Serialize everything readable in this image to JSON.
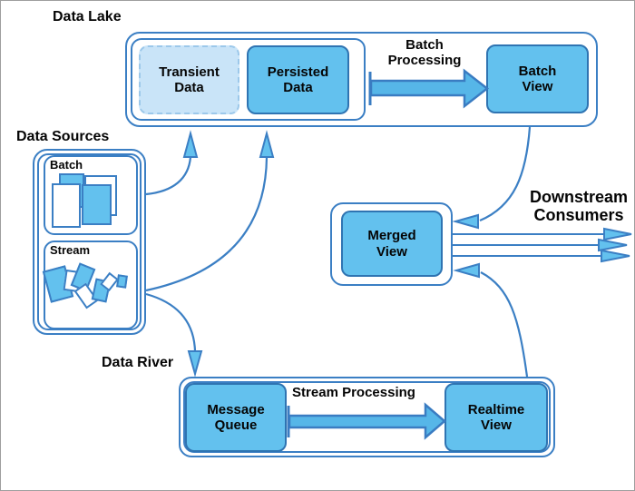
{
  "colors": {
    "box_fill": "#63c1ee",
    "box_fill_light": "#c9e4f8",
    "box_border": "#2f74b2",
    "line_blue": "#3b7fc4",
    "arrow_fill": "#56b6e8",
    "frame_border": "#9e9e9e",
    "text": "#050505"
  },
  "labels": {
    "data_lake": "Data Lake",
    "data_sources": "Data Sources",
    "data_river": "Data River",
    "downstream_consumers": "Downstream\nConsumers"
  },
  "data_lake": {
    "transient_data": "Transient\nData",
    "persisted_data": "Persisted\nData",
    "batch_processing": "Batch\nProcessing",
    "batch_view": "Batch\nView"
  },
  "data_sources": {
    "batch": "Batch",
    "stream": "Stream",
    "batch_icon": "stacked-documents-icon",
    "stream_icon": "scattered-documents-icon"
  },
  "data_river": {
    "message_queue": "Message\nQueue",
    "stream_processing": "Stream Processing",
    "realtime_view": "Realtime\nView"
  },
  "merged_view": "Merged\nView",
  "flows": [
    {
      "from": "Batch sources",
      "to": "Data Lake"
    },
    {
      "from": "Stream sources",
      "to": "Data Lake"
    },
    {
      "from": "Stream sources",
      "to": "Message Queue"
    },
    {
      "from": "Persisted Data",
      "to": "Batch View",
      "label": "Batch Processing"
    },
    {
      "from": "Message Queue",
      "to": "Realtime View",
      "label": "Stream Processing"
    },
    {
      "from": "Batch View",
      "to": "Merged View"
    },
    {
      "from": "Realtime View",
      "to": "Merged View"
    },
    {
      "from": "Merged View",
      "to": "Downstream Consumers"
    }
  ]
}
